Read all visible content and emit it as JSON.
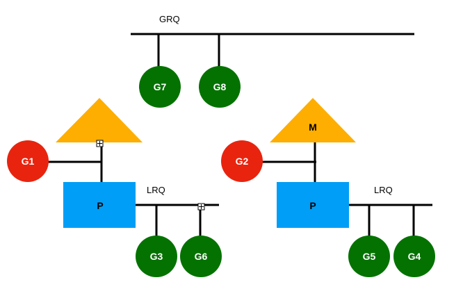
{
  "colors": {
    "goroutine_running": "#e8240f",
    "goroutine_queued": "#047201",
    "processor": "#009ef6",
    "machine": "#fdae00",
    "line": "#000000",
    "background": "#ffffff"
  },
  "global_queue": {
    "label": "GRQ",
    "goroutines": [
      "G7",
      "G8"
    ]
  },
  "left": {
    "machine_label": "",
    "running_goroutine": "G1",
    "processor_label": "P",
    "local_queue_label": "LRQ",
    "queued_goroutines": [
      "G3",
      "G6"
    ]
  },
  "right": {
    "machine_label": "M",
    "running_goroutine": "G2",
    "processor_label": "P",
    "local_queue_label": "LRQ",
    "queued_goroutines": [
      "G5",
      "G4"
    ]
  }
}
